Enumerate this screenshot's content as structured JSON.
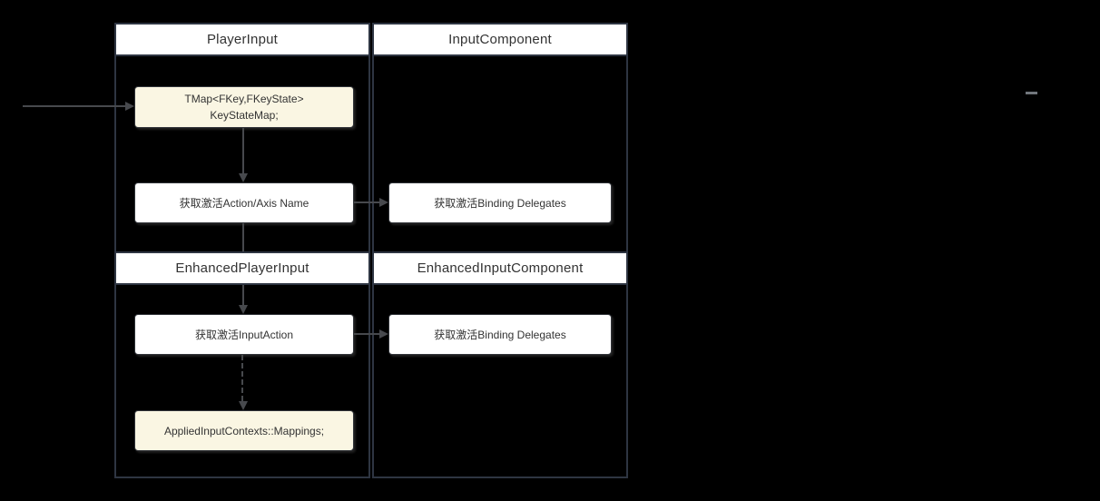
{
  "diagram": {
    "headers": {
      "player_input": "PlayerInput",
      "input_component": "InputComponent",
      "enhanced_player_input": "EnhancedPlayerInput",
      "enhanced_input_component": "EnhancedInputComponent"
    },
    "nodes": {
      "key_state_map_line1": "TMap<FKey,FKeyState>",
      "key_state_map_line2": "KeyStateMap;",
      "get_active_action_axis_name": "获取激活Action/Axis Name",
      "get_active_binding_delegates_input": "获取激活Binding Delegates",
      "get_active_input_action": "获取激活InputAction",
      "get_active_binding_delegates_enhanced": "获取激活Binding Delegates",
      "applied_input_contexts": "AppliedInputContexts::Mappings;"
    },
    "edges": [
      {
        "from": "external-left",
        "to": "key-state-map",
        "style": "solid"
      },
      {
        "from": "key-state-map",
        "to": "get-active-action-axis-name",
        "style": "solid"
      },
      {
        "from": "get-active-action-axis-name",
        "to": "get-active-binding-delegates-input",
        "style": "solid"
      },
      {
        "from": "get-active-action-axis-name",
        "to": "get-active-input-action",
        "style": "solid"
      },
      {
        "from": "get-active-input-action",
        "to": "get-active-binding-delegates-enhanced",
        "style": "solid"
      },
      {
        "from": "get-active-input-action",
        "to": "applied-input-contexts",
        "style": "dashed"
      }
    ],
    "colors": {
      "background": "#000000",
      "lane_border": "#2e3542",
      "header_fill": "#ffffff",
      "node_fill": "#ffffff",
      "highlight_node_fill": "#faf6e3",
      "node_border": "#303338",
      "text": "#333333",
      "arrow": "#47494d",
      "stray_dash": "#71767c"
    }
  }
}
